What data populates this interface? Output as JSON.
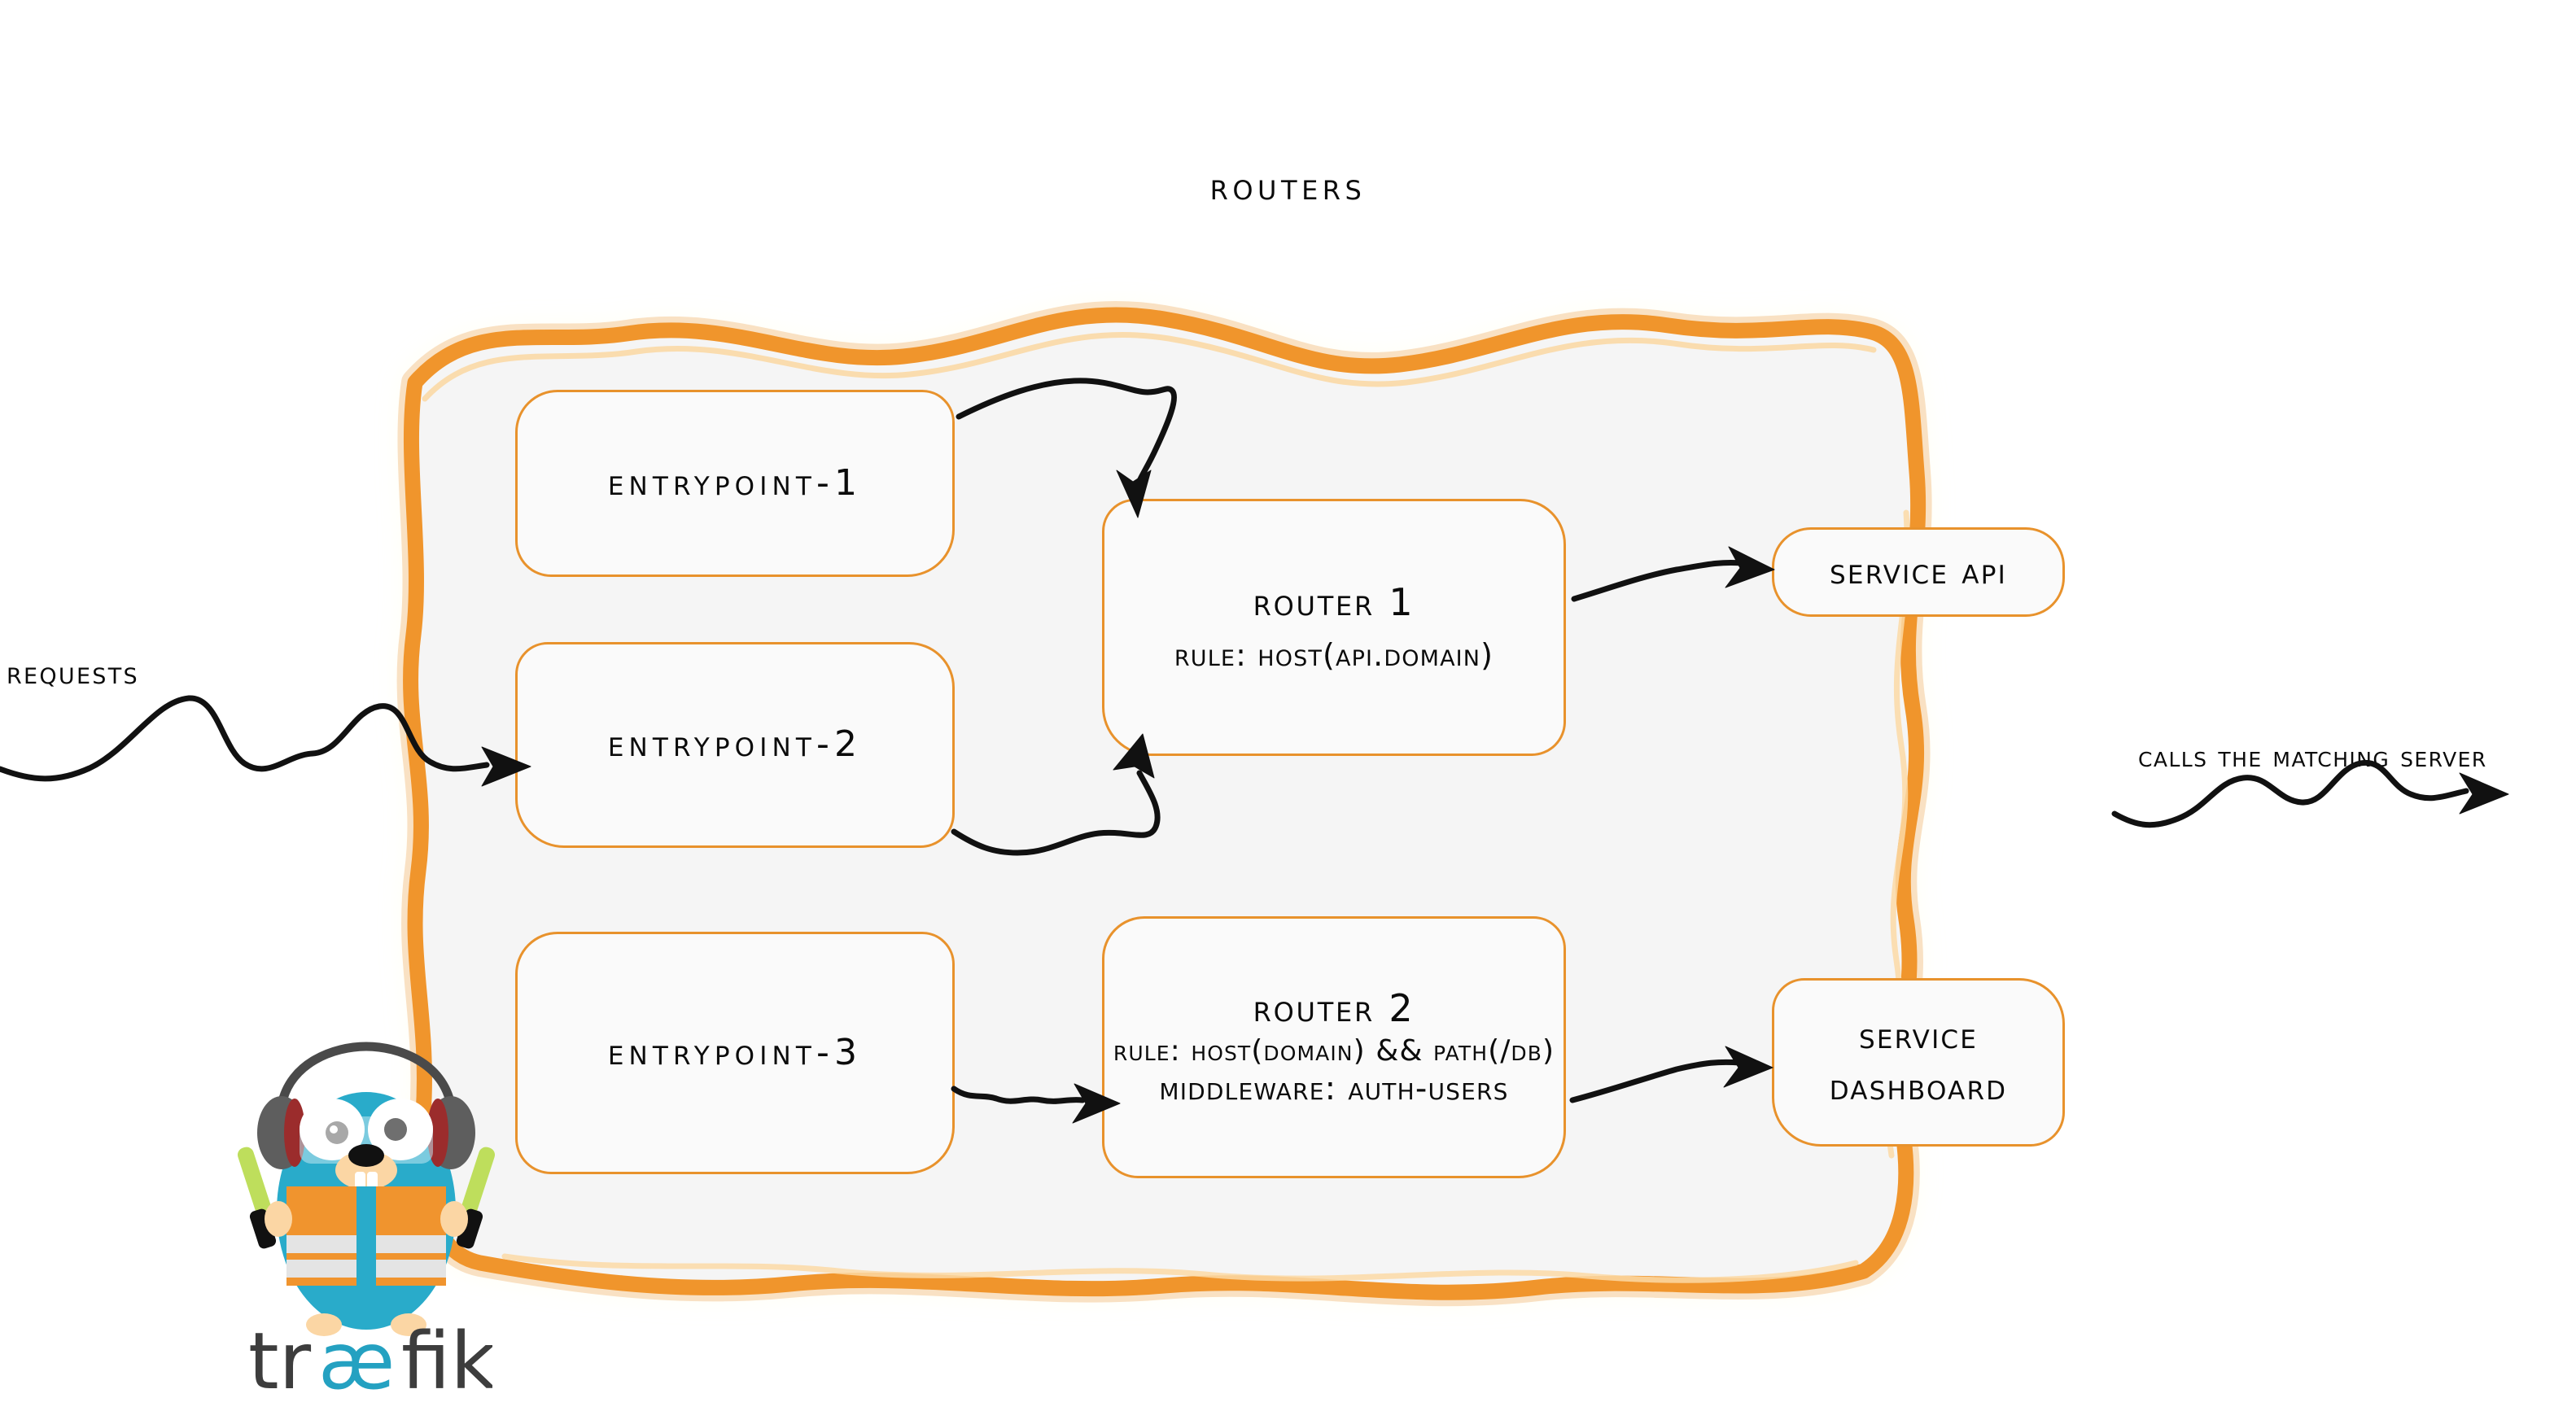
{
  "diagram": {
    "title": "Routers",
    "accent_color": "#e8922c",
    "frame_fill": "#f5f5f5",
    "text_color": "#0b0b0b"
  },
  "entrypoints": [
    {
      "id": "entrypoint-1",
      "label": "entrypoint-1"
    },
    {
      "id": "entrypoint-2",
      "label": "entrypoint-2"
    },
    {
      "id": "entrypoint-3",
      "label": "entrypoint-3"
    }
  ],
  "routers": [
    {
      "id": "router-1",
      "title": "Router 1",
      "rule": "rule: Host(api.domain)",
      "middleware": null
    },
    {
      "id": "router-2",
      "title": "Router 2",
      "rule": "rule: Host(domain) && Path(/db)",
      "middleware": "Middleware: auth-users"
    }
  ],
  "services": [
    {
      "id": "service-api",
      "lines": [
        "Service API"
      ]
    },
    {
      "id": "service-dashboard",
      "lines": [
        "Service",
        "Dashboard"
      ]
    }
  ],
  "annotations": {
    "incoming": "Requests",
    "outgoing": "Calls the matching server"
  },
  "logo": {
    "wordmark_prefix": "tr",
    "wordmark_ligature": "æ",
    "wordmark_suffix": "fik",
    "wordmark_color": "#3d3d3d",
    "ligature_color": "#24a1c1",
    "body_color": "#29abca",
    "vest_color": "#f0942e",
    "band_color": "#e2e2e2",
    "headphone_color": "#5a5a5a",
    "ear_cup_color": "#9b2c2c",
    "wand_color": "#bede5c"
  }
}
